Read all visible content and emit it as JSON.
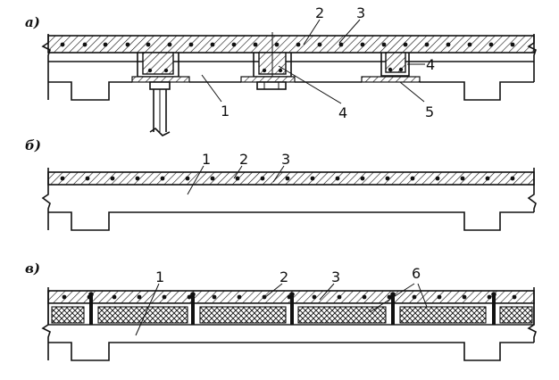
{
  "panels": {
    "a": {
      "label": "а)",
      "callouts": [
        "1",
        "2",
        "3",
        "4",
        "4",
        "5"
      ]
    },
    "b": {
      "label": "б)",
      "callouts": [
        "1",
        "2",
        "3"
      ]
    },
    "c": {
      "label": "в)",
      "callouts": [
        "1",
        "2",
        "3",
        "6"
      ]
    }
  },
  "colors": {
    "ink": "#111111",
    "paper": "#ffffff"
  }
}
